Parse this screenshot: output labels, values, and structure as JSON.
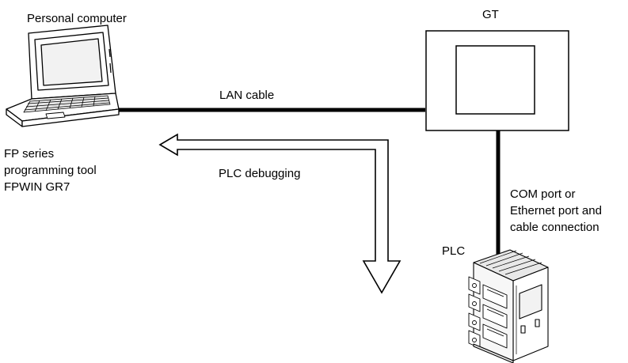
{
  "labels": {
    "personal_computer": "Personal computer",
    "gt": "GT",
    "lan_cable": "LAN cable",
    "tool_line1": "FP series",
    "tool_line2": "programming tool",
    "tool_line3": "FPWIN GR7",
    "plc_debugging": "PLC debugging",
    "com_line1": "COM port or",
    "com_line2": "Ethernet port and",
    "com_line3": "cable connection",
    "plc": "PLC"
  },
  "colors": {
    "line": "#000000",
    "background": "#ffffff",
    "device_fill": "#ffffff",
    "device_shade": "#e8e8e8"
  },
  "icons": [
    "laptop-icon",
    "gt-touch-panel-icon",
    "plc-unit-icon",
    "debug-flow-arrow"
  ]
}
